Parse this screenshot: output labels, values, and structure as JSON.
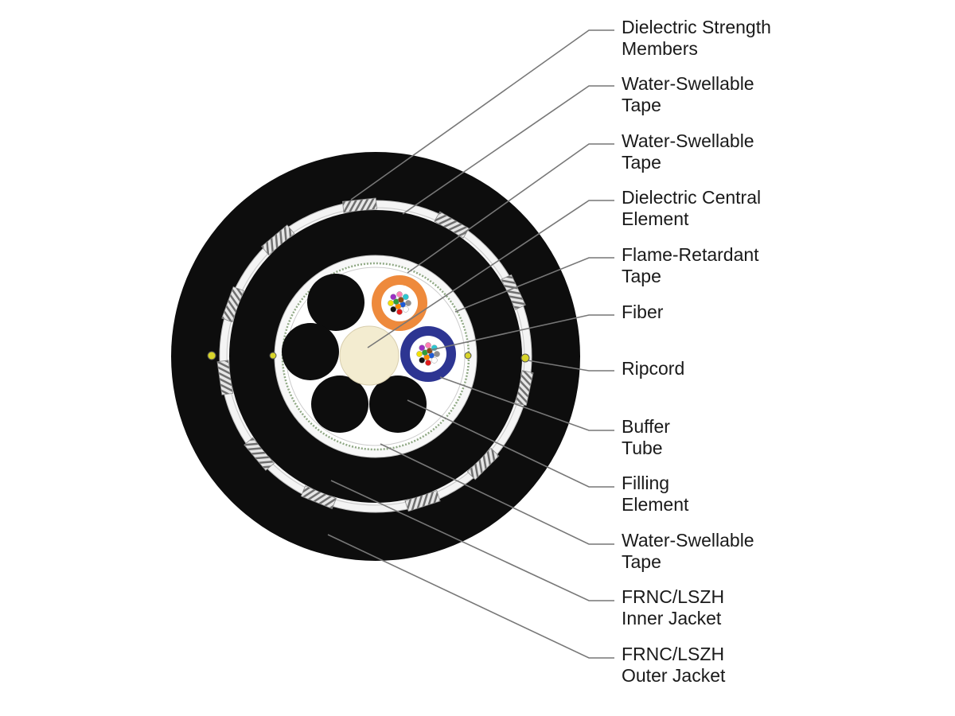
{
  "labels": [
    {
      "line1": "Dielectric Strength",
      "line2": "Members"
    },
    {
      "line1": "Water-Swellable",
      "line2": "Tape"
    },
    {
      "line1": "Water-Swellable",
      "line2": "Tape"
    },
    {
      "line1": "Dielectric Central",
      "line2": "Element"
    },
    {
      "line1": "Flame-Retardant",
      "line2": "Tape"
    },
    {
      "line1": "Fiber",
      "line2": ""
    },
    {
      "line1": "Ripcord",
      "line2": ""
    },
    {
      "line1": "Buffer",
      "line2": "Tube"
    },
    {
      "line1": "Filling",
      "line2": "Element"
    },
    {
      "line1": "Water-Swellable",
      "line2": "Tape"
    },
    {
      "line1": "FRNC/LSZH",
      "line2": "Inner Jacket"
    },
    {
      "line1": "FRNC/LSZH",
      "line2": "Outer Jacket"
    }
  ],
  "colors": {
    "jacket": "#0d0d0d",
    "tape": "#f4f4f4",
    "central_element": "#f3ecd0",
    "buffer_tube_1": "#ee8a3c",
    "buffer_tube_2": "#2d3592",
    "ripcord": "#d8d42a",
    "leader_line": "#777777"
  },
  "fiber_colors": [
    "#1c5bd6",
    "#ff8a00",
    "#2e9d3a",
    "#8a4b14",
    "#8f8f8f",
    "#ffffff",
    "#e11b1b",
    "#111111",
    "#f2e200",
    "#9b2fc4",
    "#ff7fb3",
    "#2cc6d1"
  ]
}
